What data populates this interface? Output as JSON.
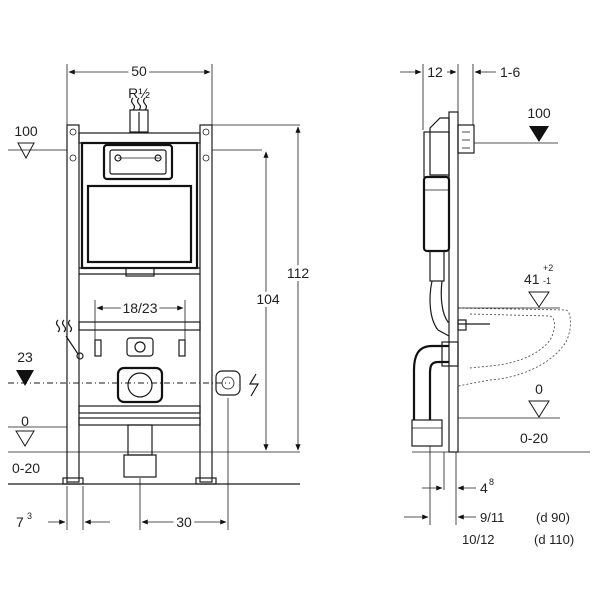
{
  "front_view": {
    "dim_width": "50",
    "connection": "R½",
    "level_100": "100",
    "level_23": "23",
    "level_0": "0",
    "range_0_20": "0-20",
    "dim_18_23": "18/23",
    "dim_104": "104",
    "dim_112": "112",
    "dim_7": "7",
    "dim_7_sup": "3",
    "dim_30": "30"
  },
  "side_view": {
    "dim_12": "12",
    "dim_1_6": "1-6",
    "level_100": "100",
    "dim_41": "41",
    "dim_41_plus": "+2",
    "dim_41_minus": "-1",
    "level_0": "0",
    "range_0_20": "0-20",
    "dim_4": "4",
    "dim_4_sup": "8",
    "dim_9_11": "9/11",
    "note_d90": "(d 90)",
    "dim_10_12": "10/12",
    "note_d110": "(d 110)"
  }
}
